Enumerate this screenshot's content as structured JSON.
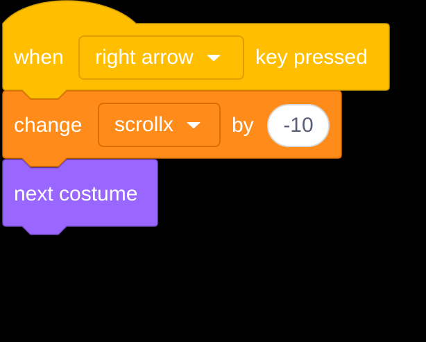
{
  "colors": {
    "background": "#000000",
    "events": "#ffbf00",
    "events_border": "#cc9900",
    "variables": "#ff8c1a",
    "variables_border": "#db6e00",
    "looks": "#9966ff",
    "looks_border": "#774dcb",
    "input_text": "#575e75"
  },
  "blocks": {
    "event": {
      "label_when": "when",
      "key_dropdown_value": "right arrow",
      "label_key_pressed": "key pressed"
    },
    "change_var": {
      "label_change": "change",
      "var_dropdown_value": "scrollx",
      "label_by": "by",
      "amount_value": "-10"
    },
    "looks": {
      "label": "next costume"
    }
  },
  "icons": {
    "dropdown_caret": "dropdown-caret-icon"
  }
}
